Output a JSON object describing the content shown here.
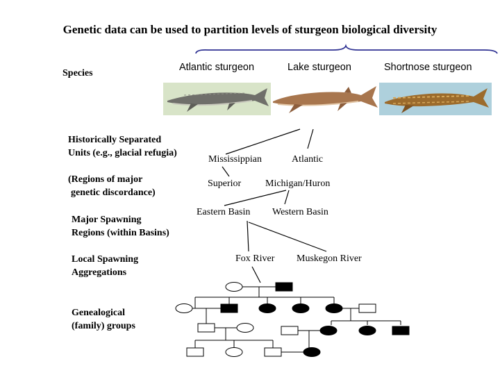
{
  "title": "Genetic data can be used to partition levels of sturgeon biological diversity",
  "levels": {
    "species": "Species",
    "historical_1": "Historically Separated",
    "historical_2": "Units (e.g., glacial refugia)",
    "regions_1": "(Regions of major",
    "regions_2": "genetic discordance)",
    "spawning_1": "Major Spawning",
    "spawning_2": "Regions (within Basins)",
    "local_1": "Local Spawning",
    "local_2": "Aggregations",
    "family_1": "Genealogical",
    "family_2": "(family) groups"
  },
  "species": [
    {
      "name": "Atlantic sturgeon",
      "photo": "atlantic-sturgeon-photo"
    },
    {
      "name": "Lake sturgeon",
      "photo": "lake-sturgeon-photo"
    },
    {
      "name": "Shortnose sturgeon",
      "photo": "shortnose-sturgeon-photo"
    }
  ],
  "nodes": {
    "mississippian": "Mississippian",
    "atlantic": "Atlantic",
    "superior": "Superior",
    "michigan_huron": "Michigan/Huron",
    "eastern_basin": "Eastern Basin",
    "western_basin": "Western Basin",
    "fox_river": "Fox River",
    "muskegon_river": "Muskegon River"
  },
  "colors": {
    "brace": "#2e3192",
    "atlantic_bg": "#d8e4c8",
    "lake_bg": "#ffffff",
    "shortnose_bg": "#aed0dc"
  }
}
